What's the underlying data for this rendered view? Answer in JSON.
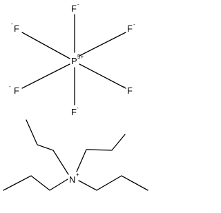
{
  "anion": {
    "center": {
      "element": "P",
      "charge": "5+"
    },
    "ligands": [
      {
        "element": "F",
        "charge": "-"
      },
      {
        "element": "F",
        "charge": "-"
      },
      {
        "element": "F",
        "charge": "-"
      },
      {
        "element": "F",
        "charge": "-"
      },
      {
        "element": "F",
        "charge": "-"
      },
      {
        "element": "F",
        "charge": "-"
      }
    ]
  },
  "cation": {
    "center": {
      "element": "N",
      "charge": "+"
    },
    "substituents": [
      "propyl",
      "propyl",
      "propyl",
      "propyl"
    ]
  }
}
